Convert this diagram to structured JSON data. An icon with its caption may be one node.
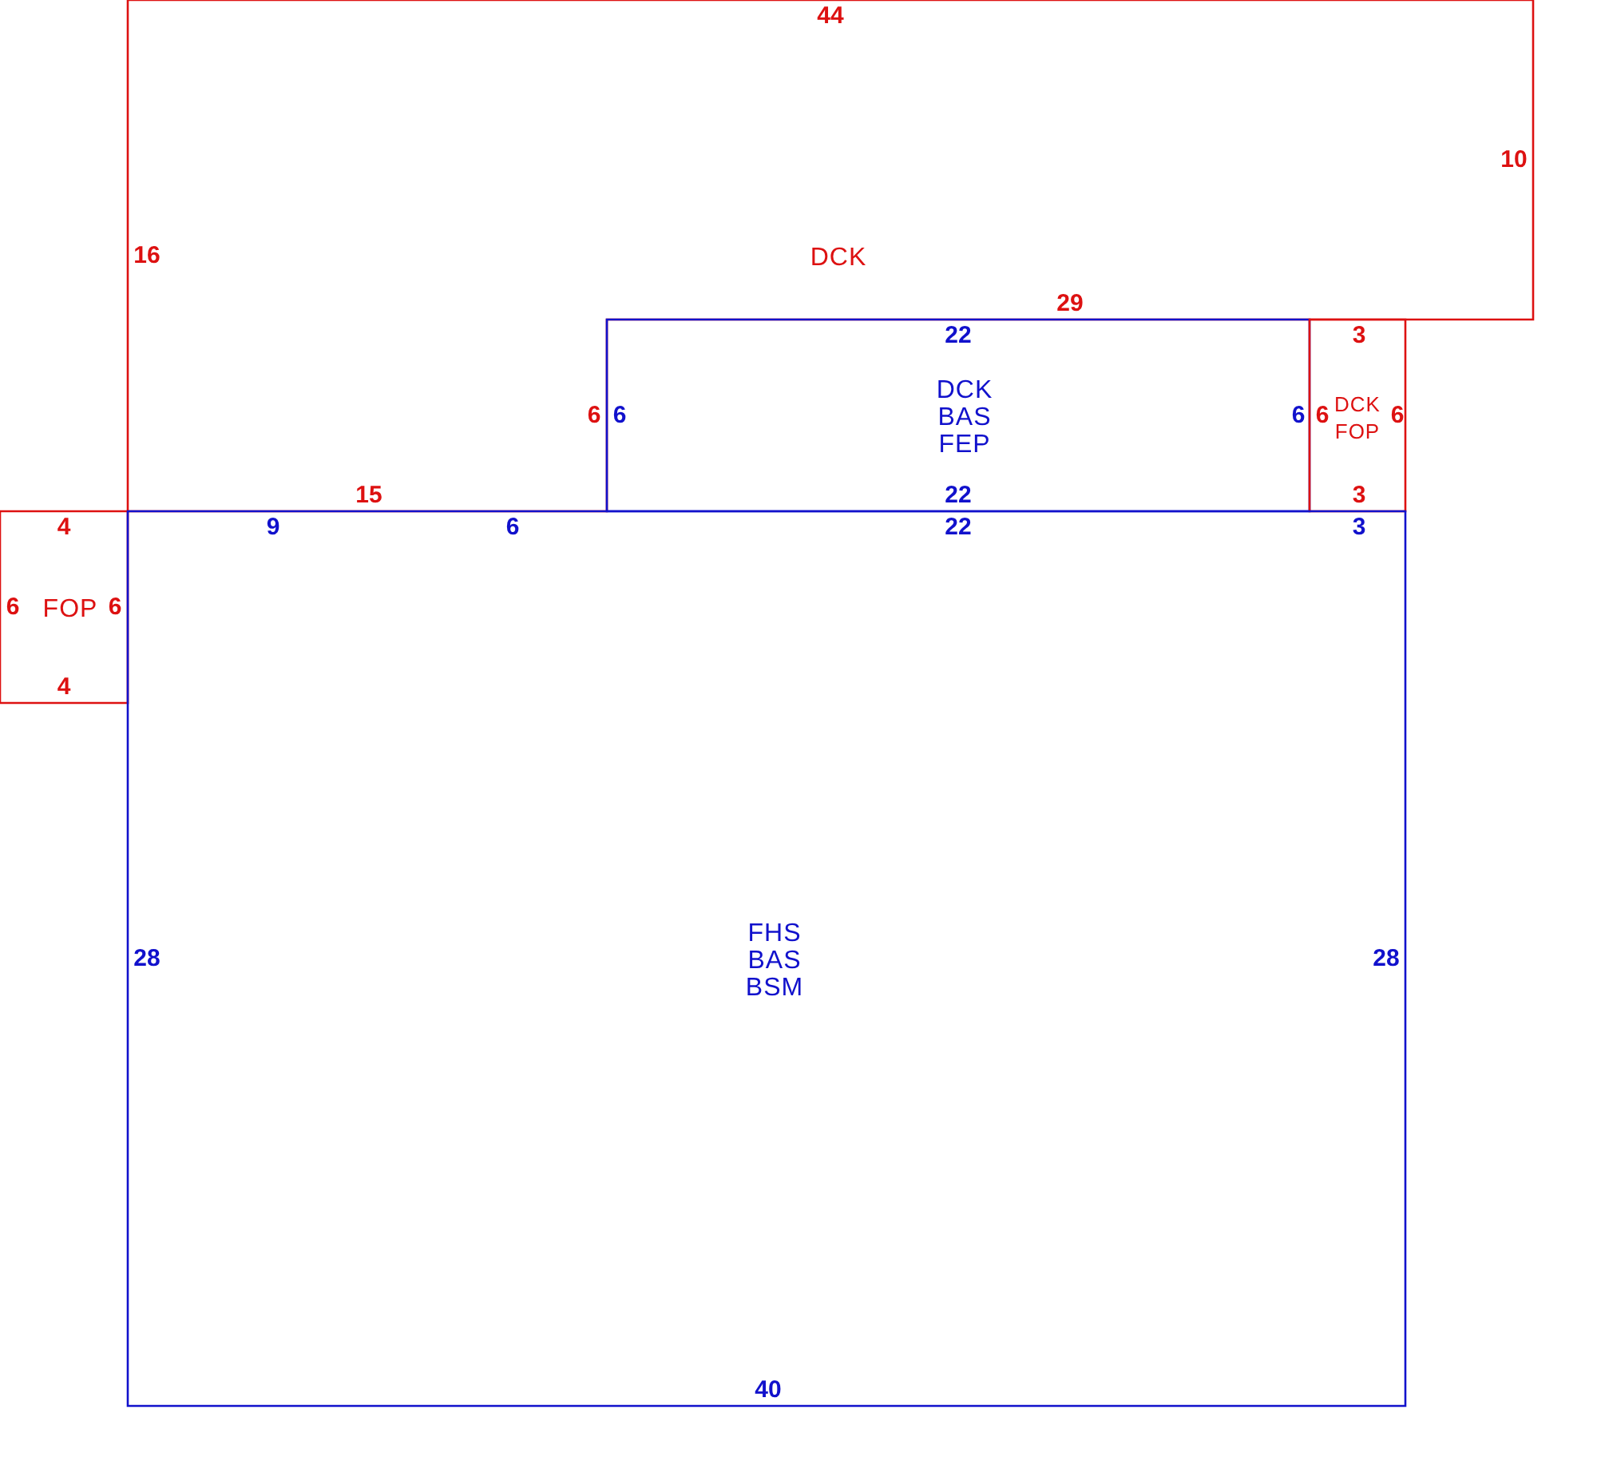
{
  "diagram": {
    "nodes": [
      {
        "text": [
          "44",
          "16",
          "10",
          "DCK",
          "29",
          "6",
          "15"
        ]
      },
      {
        "text": [
          "22",
          "6",
          "DCK",
          "BAS",
          "FEP",
          "6",
          "22"
        ]
      },
      {
        "text": [
          "3",
          "6",
          "DCK",
          "FOP",
          "6",
          "3"
        ]
      },
      {
        "text": [
          "4",
          "6",
          "FOP",
          "6",
          "4"
        ]
      },
      {
        "text": [
          "9",
          "6",
          "22",
          "3",
          "28",
          "FHS",
          "BAS",
          "BSM",
          "28",
          "40"
        ]
      }
    ]
  }
}
